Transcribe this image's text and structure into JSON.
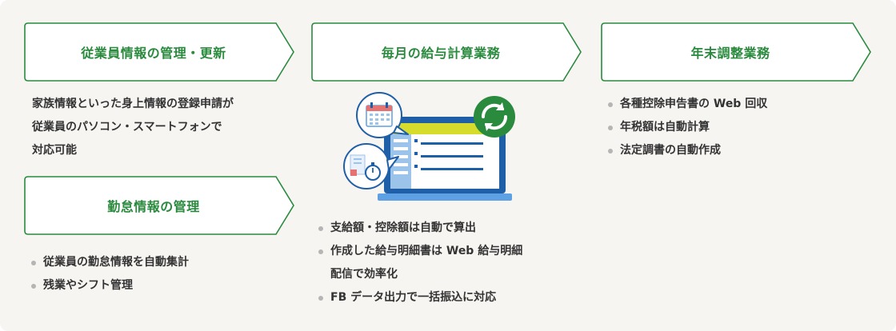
{
  "sections": {
    "employee_info": {
      "title": "従業員情報の管理・更新",
      "description": [
        "家族情報といった身上情報の登録申請が",
        "従業員のパソコン・スマートフォンで",
        "対応可能"
      ]
    },
    "attendance": {
      "title": "勤怠情報の管理",
      "bullets": [
        "従業員の勤怠情報を自動集計",
        "残業やシフト管理"
      ]
    },
    "payroll": {
      "title": "毎月の給与計算業務",
      "bullets": [
        "支給額・控除額は自動で算出",
        "作成した給与明細書は Web 給与明細",
        "配信で効率化",
        "FB データ出力で一括振込に対応"
      ]
    },
    "year_end": {
      "title": "年末調整業務",
      "bullets": [
        "各種控除申告書の Web 回収",
        "年税額は自動計算",
        "法定調書の自動作成"
      ]
    }
  },
  "illustration": {
    "icons": [
      "calendar-icon",
      "stopwatch-icon",
      "refresh-icon",
      "laptop-icon"
    ]
  },
  "colors": {
    "accent_green": "#2a8a3e",
    "panel_bg": "#f7f5f2",
    "laptop_blue": "#1f5fa8",
    "screen_yellow": "#d6dc2c"
  }
}
